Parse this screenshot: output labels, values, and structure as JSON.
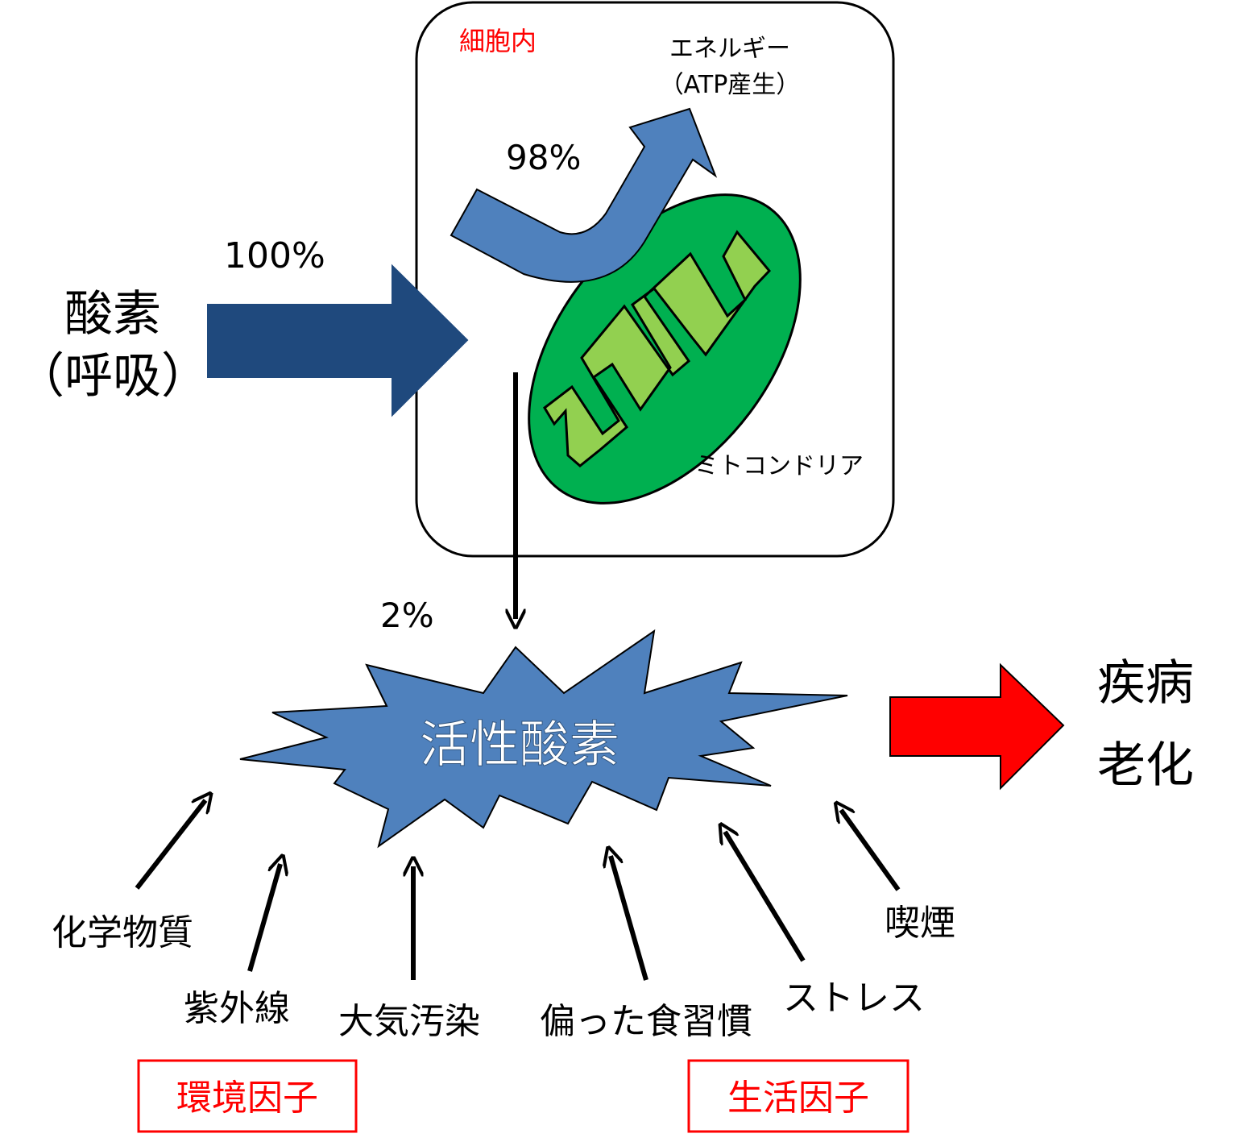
{
  "cell": {
    "label": "細胞内",
    "label_color": "#ff0000"
  },
  "energy": {
    "line1": "エネルギー",
    "line2": "（ATP産生）",
    "percent": "98%"
  },
  "mitochondria": {
    "label": "ミトコンドリア",
    "fill": "#00b050",
    "cristae_fill": "#92d050"
  },
  "oxygen": {
    "line1": "酸素",
    "line2": "（呼吸）",
    "percent": "100%",
    "arrow_color": "#1f497d"
  },
  "ros": {
    "label": "活性酸素",
    "percent": "2%",
    "fill": "#4f81bd"
  },
  "outcome": {
    "line1": "疾病",
    "line2": "老化",
    "arrow_color": "#ff0000"
  },
  "factors": [
    "化学物質",
    "紫外線",
    "大気汚染",
    "偏った食習慣",
    "ストレス",
    "喫煙"
  ],
  "groups": {
    "environment": "環境因子",
    "lifestyle": "生活因子",
    "box_color": "#ff0000"
  }
}
